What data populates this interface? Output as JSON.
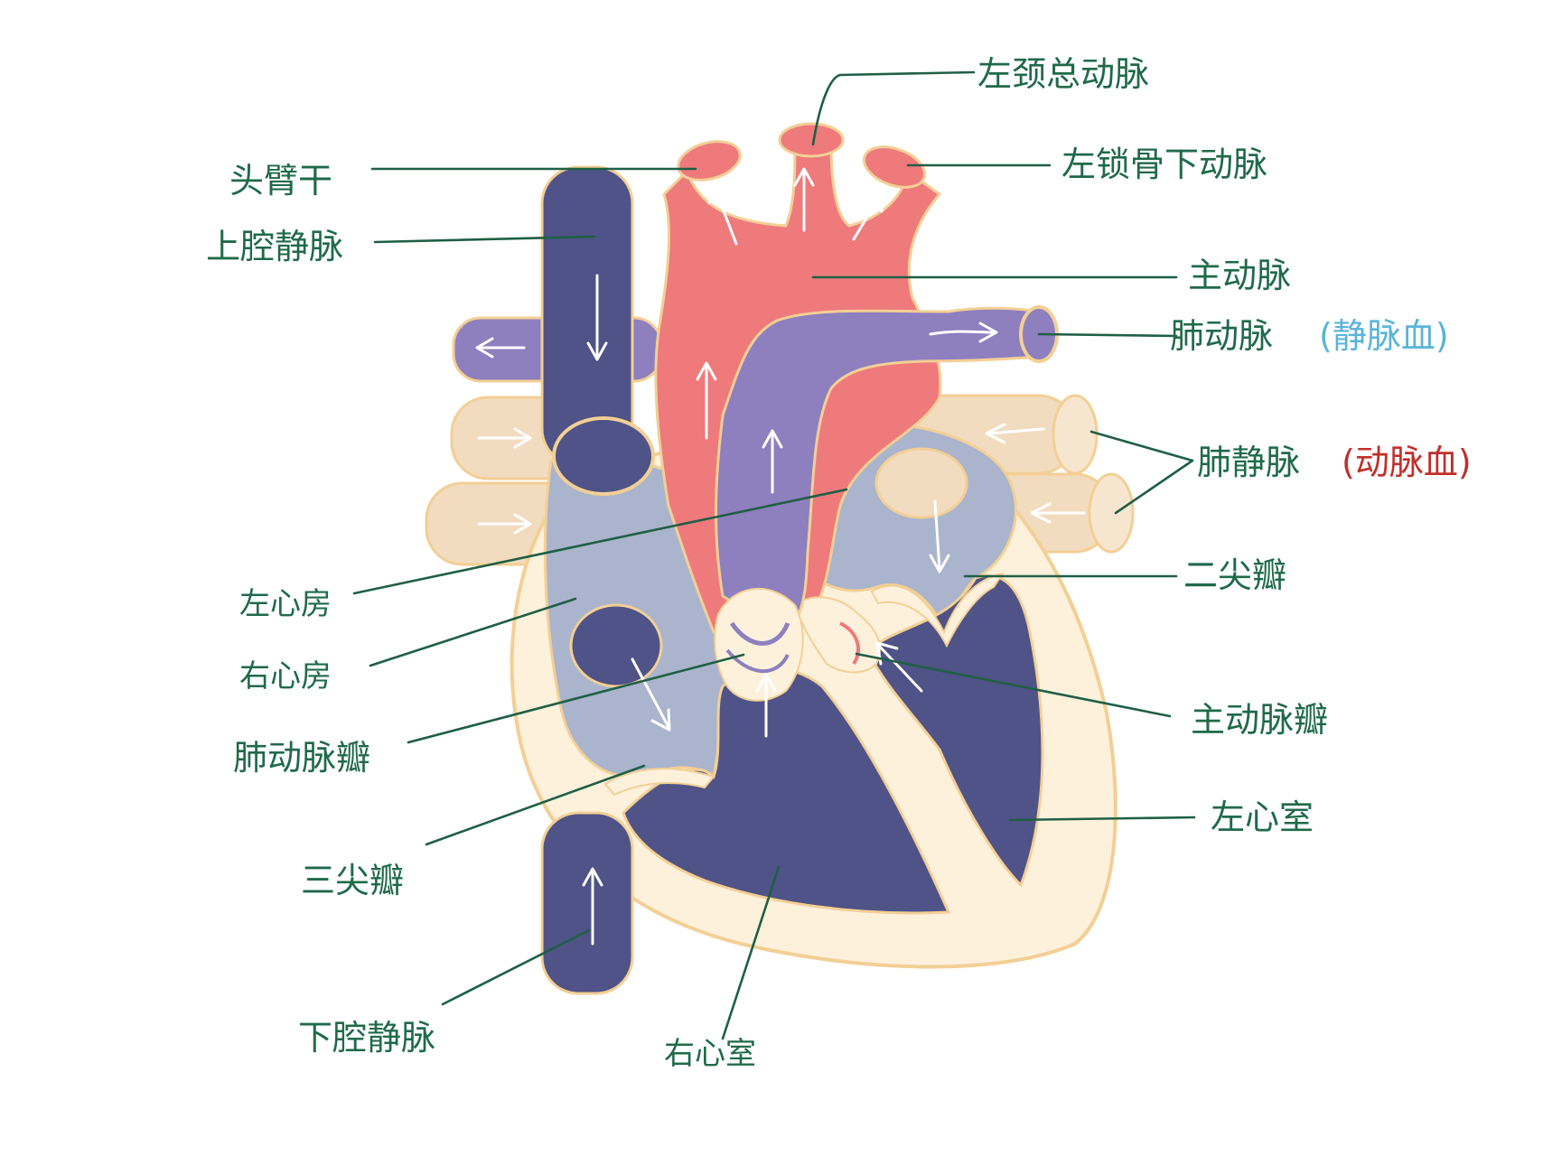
{
  "labels": {
    "left_common_carotid": "左颈总动脉",
    "brachiocephalic": "头臂干",
    "left_subclavian": "左锁骨下动脉",
    "superior_vena_cava": "上腔静脉",
    "aorta": "主动脉",
    "pulmonary_artery": "肺动脉",
    "pulmonary_artery_note": "(静脉血)",
    "pulmonary_veins": "肺静脉",
    "pulmonary_veins_note": "(动脉血)",
    "mitral_valve": "二尖瓣",
    "left_atrium": "左心房",
    "right_atrium": "右心房",
    "pulmonary_valve": "肺动脉瓣",
    "aortic_valve": "主动脉瓣",
    "left_ventricle": "左心室",
    "tricuspid_valve": "三尖瓣",
    "inferior_vena_cava": "下腔静脉",
    "right_ventricle": "右心室"
  },
  "colors": {
    "artery_red": "#ee7a7c",
    "deoxy_purple": "#8e7fbf",
    "vena_cava_navy": "#4f5387",
    "atrium_gray": "#aab4cc",
    "pulm_vein_tan": "#f2dcc0",
    "wall_cream": "#fdf1dc",
    "outline": "#f3cf95",
    "label_green": "#1f6a4a",
    "note_blue": "#5ab4d8",
    "note_red": "#c0302a"
  }
}
